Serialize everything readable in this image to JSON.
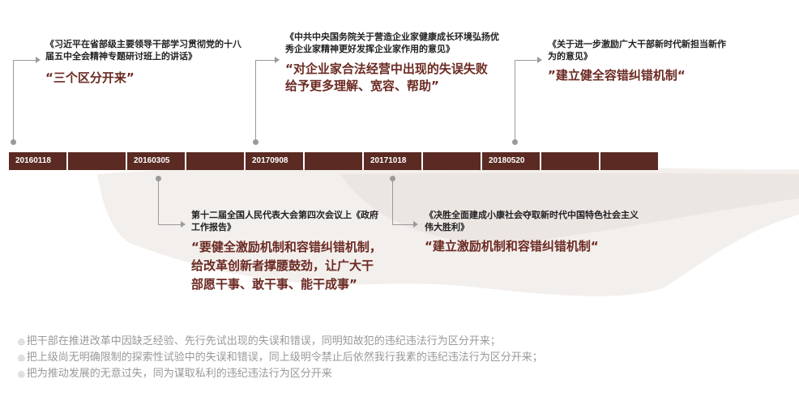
{
  "timeline": {
    "dates": [
      "20160118",
      "",
      "20160305",
      "",
      "20170908",
      "",
      "20171018",
      "",
      "20180520",
      "",
      ""
    ],
    "bar_color": "#5a2a23",
    "accent_color": "#6b2a22",
    "connector_color": "#9a9a9a"
  },
  "events": [
    {
      "source": "《习近平在省部级主要领导干部学习贯彻党的十八届五中全会精神专题研讨班上的讲话》",
      "quote": "“三个区分开来”"
    },
    {
      "source": "第十二届全国人民代表大会第四次会议上《政府工作报告》",
      "quote": "“要健全激励机制和容错纠错机制，给改革创新者撑腰鼓劲，让广大干部愿干事、敢干事、能干成事”"
    },
    {
      "source": "《中共中央国务院关于营造企业家健康成长环境弘扬优秀企业家精神更好发挥企业家作用的意见》",
      "quote": "“对企业家合法经营中出现的失误失败给予更多理解、宽容、帮助”"
    },
    {
      "source": "《决胜全面建成小康社会夺取新时代中国特色社会主义伟大胜利》",
      "quote": "“建立激励机制和容错纠错机制“"
    },
    {
      "source": "《关于进一步激励广大干部新时代新担当新作为的意见》",
      "quote": "”建立健全容错纠错机制“"
    }
  ],
  "notes": [
    {
      "bullet": "◎",
      "text": "把干部在推进改革中因缺乏经验、先行先试出现的失误和错误，同明知故犯的违纪违法行为区分开来；"
    },
    {
      "bullet": "◎",
      "text": "把上级尚无明确限制的探索性试验中的失误和错误，同上级明令禁止后依然我行我素的违纪违法行为区分开来；"
    },
    {
      "bullet": "◎",
      "text": "把为推动发展的无意过失，同为谋取私利的违纪违法行为区分开来"
    }
  ]
}
